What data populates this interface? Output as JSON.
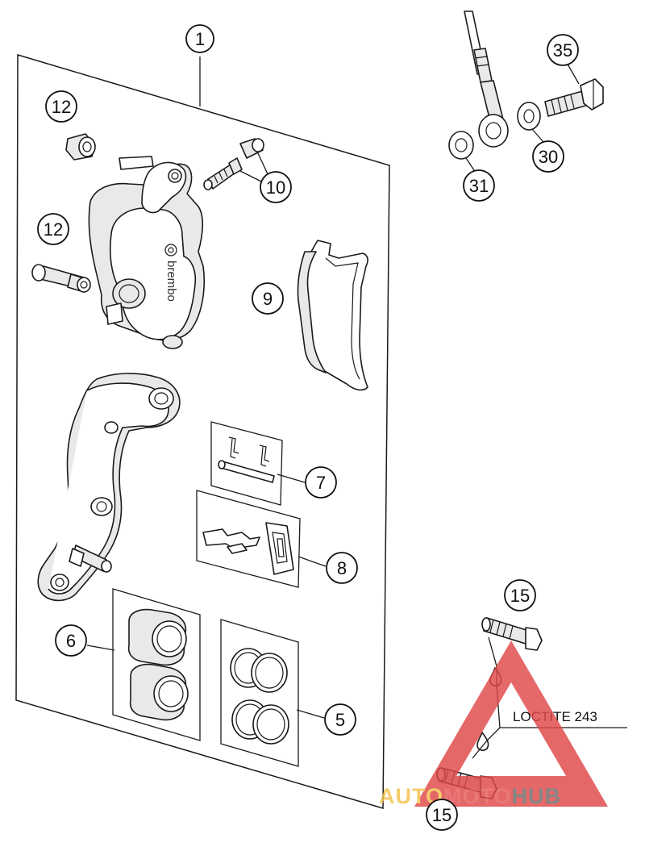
{
  "callouts": {
    "c1": "1",
    "c5": "5",
    "c6": "6",
    "c7": "7",
    "c8": "8",
    "c9": "9",
    "c10": "10",
    "c12a": "12",
    "c12b": "12",
    "c15a": "15",
    "c15b": "15",
    "c30": "30",
    "c31": "31",
    "c35": "35"
  },
  "caliper_brand": "brembo",
  "note": "LOCTITE 243",
  "watermark": {
    "part1": "AUTO",
    "part2": "MOTO",
    "part3": "HUB",
    "colors": {
      "part1": "#f3c24d",
      "part2": "#e65b5b",
      "part3": "#6b6b6b",
      "triangle": "#e04848"
    }
  }
}
